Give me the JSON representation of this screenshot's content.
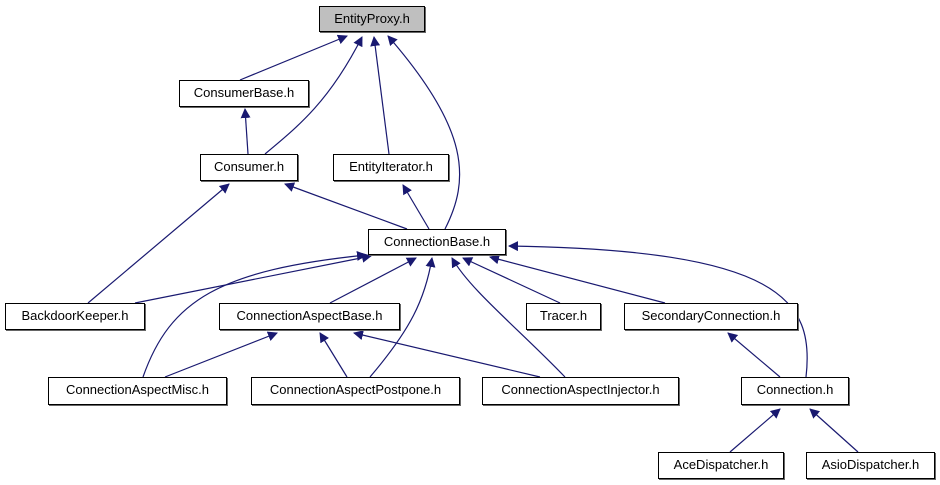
{
  "colors": {
    "edge": "#191970",
    "root_fill": "#bfbfbf",
    "node_fill": "#ffffff"
  },
  "nodes": {
    "entityproxy": "EntityProxy.h",
    "consumerbase": "ConsumerBase.h",
    "consumer": "Consumer.h",
    "entityiterator": "EntityIterator.h",
    "connectionbase": "ConnectionBase.h",
    "backdoorkeeper": "BackdoorKeeper.h",
    "connectionaspectbase": "ConnectionAspectBase.h",
    "tracer": "Tracer.h",
    "secondaryconnection": "SecondaryConnection.h",
    "connectionaspectmisc": "ConnectionAspectMisc.h",
    "connectionaspectpostpone": "ConnectionAspectPostpone.h",
    "connectionaspectinjector": "ConnectionAspectInjector.h",
    "connection": "Connection.h",
    "acedispatcher": "AceDispatcher.h",
    "asiodispatcher": "AsioDispatcher.h"
  },
  "edges": [
    {
      "from": "consumerbase",
      "to": "entityproxy"
    },
    {
      "from": "consumer",
      "to": "entityproxy"
    },
    {
      "from": "entityiterator",
      "to": "entityproxy"
    },
    {
      "from": "connectionbase",
      "to": "entityproxy"
    },
    {
      "from": "consumer",
      "to": "consumerbase"
    },
    {
      "from": "connectionbase",
      "to": "consumer"
    },
    {
      "from": "connectionbase",
      "to": "entityiterator"
    },
    {
      "from": "backdoorkeeper",
      "to": "consumer"
    },
    {
      "from": "backdoorkeeper",
      "to": "connectionbase"
    },
    {
      "from": "connectionaspectmisc",
      "to": "connectionbase"
    },
    {
      "from": "connectionaspectbase",
      "to": "connectionbase"
    },
    {
      "from": "connectionaspectpostpone",
      "to": "connectionbase"
    },
    {
      "from": "connectionaspectinjector",
      "to": "connectionbase"
    },
    {
      "from": "tracer",
      "to": "connectionbase"
    },
    {
      "from": "secondaryconnection",
      "to": "connectionbase"
    },
    {
      "from": "connection",
      "to": "connectionbase"
    },
    {
      "from": "connectionaspectmisc",
      "to": "connectionaspectbase"
    },
    {
      "from": "connectionaspectpostpone",
      "to": "connectionaspectbase"
    },
    {
      "from": "connectionaspectinjector",
      "to": "connectionaspectbase"
    },
    {
      "from": "connection",
      "to": "secondaryconnection"
    },
    {
      "from": "acedispatcher",
      "to": "connection"
    },
    {
      "from": "asiodispatcher",
      "to": "connection"
    }
  ]
}
